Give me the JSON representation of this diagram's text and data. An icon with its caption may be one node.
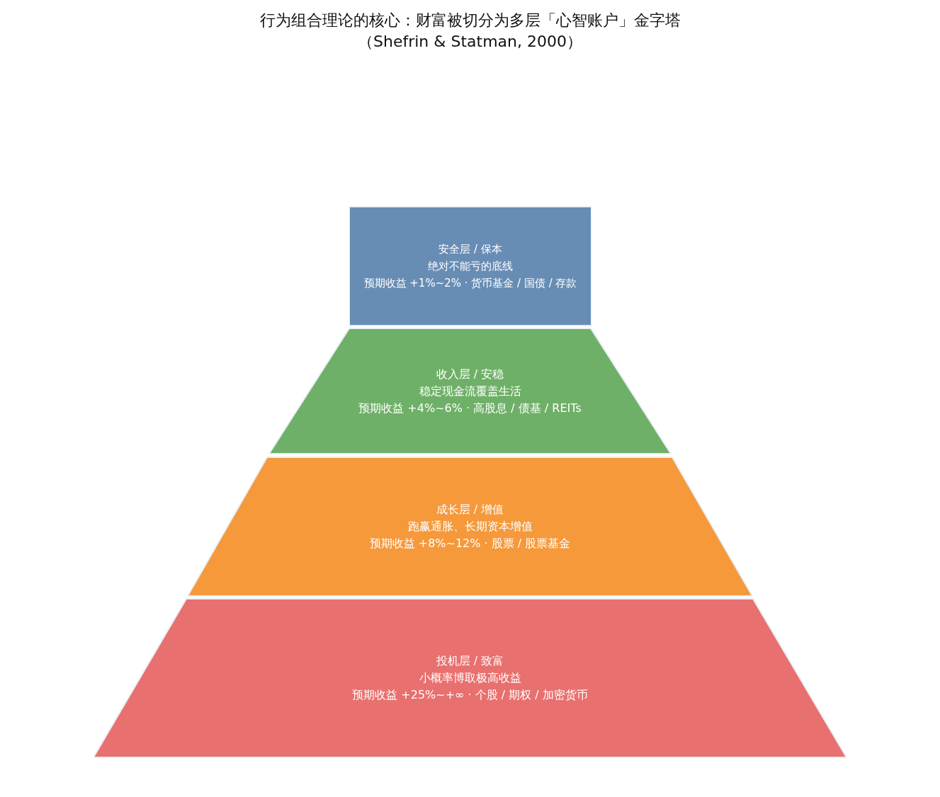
{
  "diagram": {
    "title": "行为组合理论的核心：财富被切分为多层「心智账户」金字塔",
    "nodes": [
      {
        "text": [
          "安全层 / 保本",
          "绝对不能亏的底线",
          "预期收益 +1%~2% · 货币基金 / 国债 / 存款"
        ]
      },
      {
        "text": [
          "收入层 / 安稳",
          "稳定现金流覆盖生活",
          "预期收益 +4%~6% · 高股息 / 债基 / REITs"
        ]
      },
      {
        "text": [
          "成长层 / 增值",
          "跑赢通胀、长期资本增值",
          "预期收益 +8%~12% · 股票 / 股票基金"
        ]
      },
      {
        "text": [
          "投机层 / 致富",
          "小概率博取极高收益",
          "预期收益 +25%~+∞ · 个股 / 期权 / 加密货币"
        ]
      }
    ],
    "labels": [
      "（Shefrin & Statman, 2000）"
    ]
  }
}
